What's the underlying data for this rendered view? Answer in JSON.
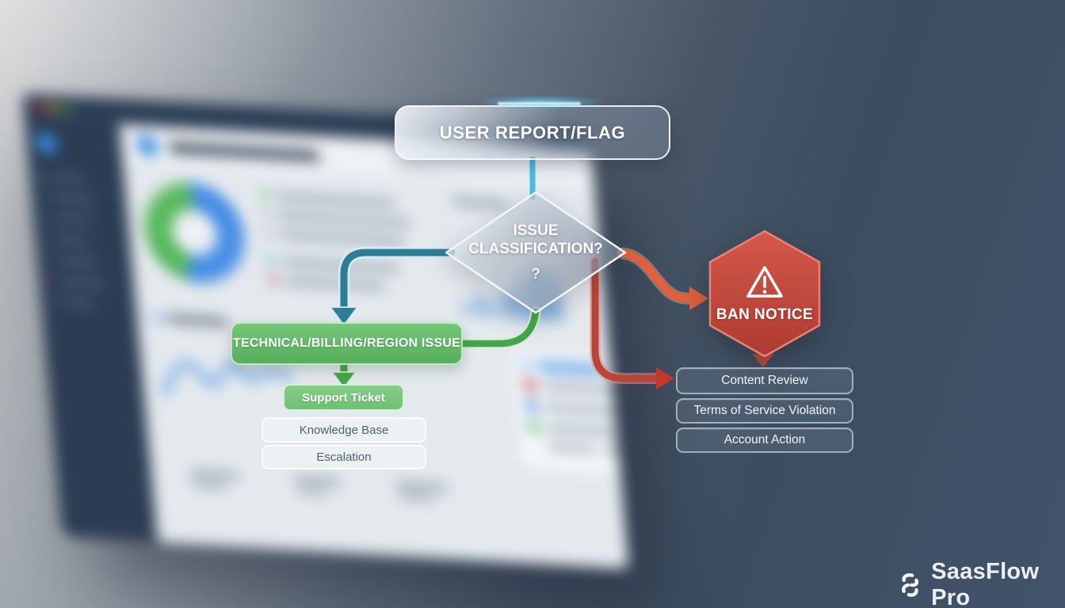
{
  "brand": {
    "name": "SaasFlow Pro",
    "logo_icon": "saasflow-pinwheel-icon"
  },
  "flowchart": {
    "nodes": {
      "user_report": {
        "label": "USER REPORT/FLAG"
      },
      "classification": {
        "line1": "ISSUE",
        "line2": "CLASSIFICATION?",
        "hint": "?"
      },
      "technical": {
        "label": "TECHNICAL/BILLING/REGION ISSUE"
      },
      "support_ticket": {
        "label": "Support Ticket"
      },
      "knowledge_base": {
        "label": "Knowledge Base"
      },
      "escalation": {
        "label": "Escalation"
      },
      "ban_notice": {
        "label": "BAN NOTICE",
        "icon": "warning-triangle-icon"
      },
      "content_review": {
        "label": "Content Review"
      },
      "tos_violation": {
        "label": "Terms of Service Violation"
      },
      "account_action": {
        "label": "Account Action"
      }
    },
    "colors": {
      "cyan_connector": "#4fc0de",
      "teal_arrow": "#2e7d96",
      "green_node": "#66bb6a",
      "green_arrow": "#46a64b",
      "orange_arrow": "#e0613c",
      "red_arrow": "#b8453a",
      "red_node": "#c8493e",
      "frost_border": "#f2f7fb",
      "background_dark": "#3e4e60"
    }
  }
}
